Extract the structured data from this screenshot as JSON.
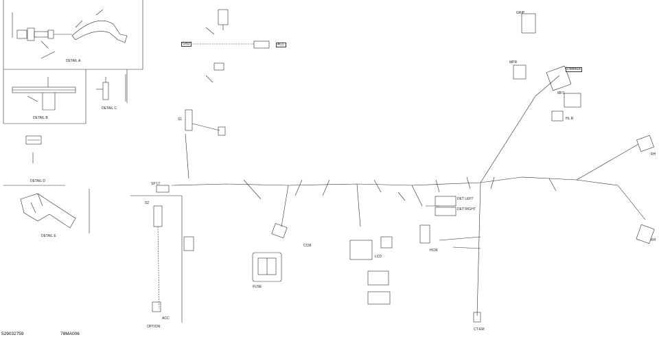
{
  "details": {
    "a": "DETAIL A",
    "b": "DETAIL B",
    "c": "DETAIL C",
    "d": "DETAIL D",
    "e": "DETAIL E"
  },
  "connectors": {
    "grip": "GRIP",
    "dimmer": "DIMMER",
    "mfs": "MFS",
    "mpr": "MPR",
    "rh": "RH",
    "hl_r": "HL R",
    "rh2": "RH",
    "gnd": "GND",
    "acc": "ACC",
    "s1": "S1",
    "s2": "S2",
    "det_left": "DET LEFT",
    "det_right": "DET RIGHT",
    "opt": "OPTION",
    "ccm": "CCM",
    "lcd": "LCD",
    "hcm": "HCM",
    "ct_em": "CT-EM",
    "acc2": "ACC",
    "sp_lt": "SP LT",
    "fuse": "FUSE"
  },
  "footer": {
    "part_number": "529032759",
    "code": "78MA006"
  },
  "colors": {
    "line": "#2a2a2a",
    "text": "#222222"
  }
}
